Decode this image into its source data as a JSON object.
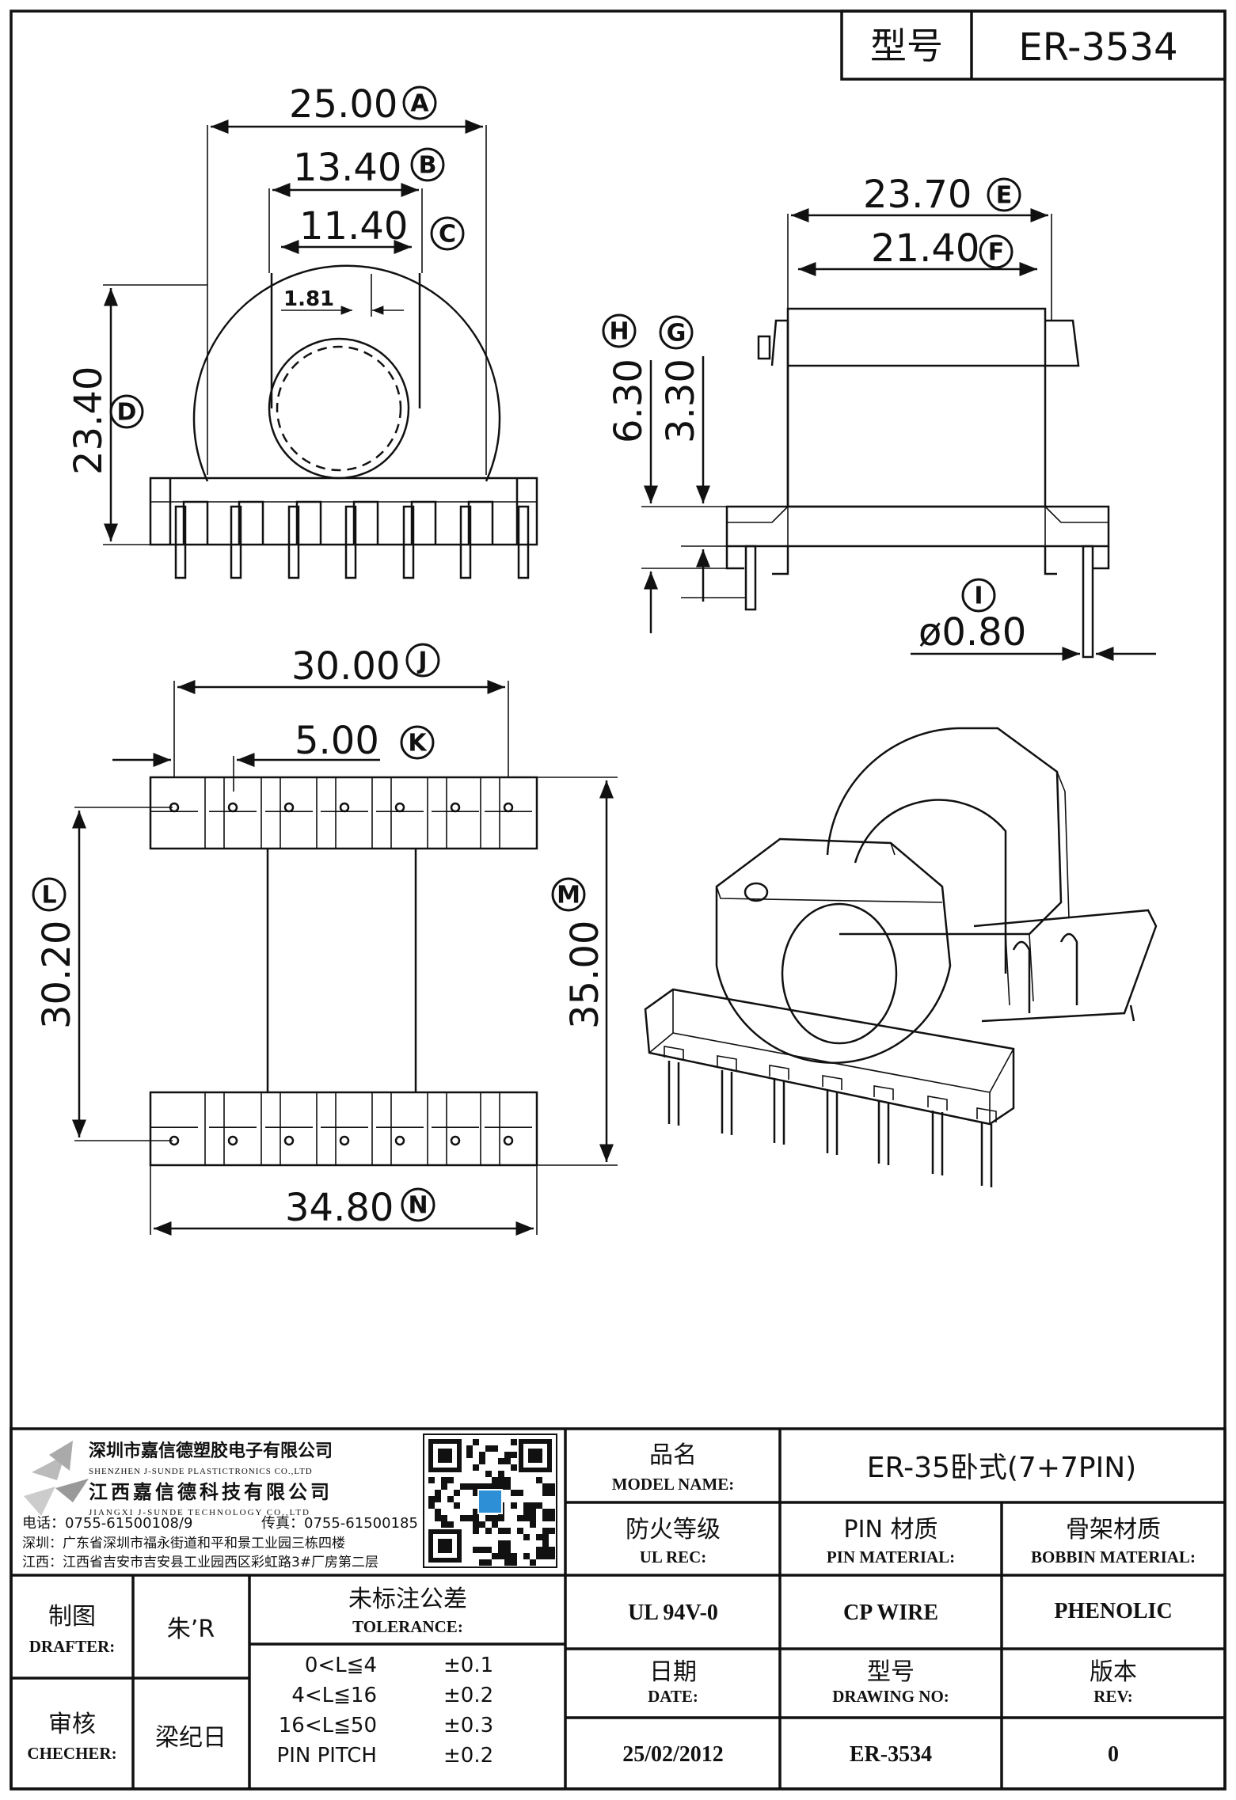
{
  "header": {
    "label_model": "型号",
    "model": "ER-3534"
  },
  "dimensions": {
    "A": "25.00",
    "B": "13.40",
    "C": "11.40",
    "c_small": "1.81",
    "D": "23.40",
    "E": "23.70",
    "F": "21.40",
    "G": "3.30",
    "H": "6.30",
    "I": "ø0.80",
    "J": "30.00",
    "K": "5.00",
    "L": "30.20",
    "M": "35.00",
    "N": "34.80"
  },
  "badges": [
    "A",
    "B",
    "C",
    "D",
    "E",
    "F",
    "G",
    "H",
    "I",
    "J",
    "K",
    "L",
    "M",
    "N"
  ],
  "company": {
    "name_cn_1": "深圳市嘉信德塑胶电子有限公司",
    "name_en_1": "SHENZHEN J-SUNDE PLASTICTRONICS CO.,LTD",
    "name_cn_2": "江西嘉信德科技有限公司",
    "name_en_2": "JIANGXI J-SUNDE TECHNOLOGY CO.,LTD",
    "tel": "电话：0755-61500108/9",
    "fax": "传真：0755-61500185",
    "addr_sz": "深圳：广东省深圳市福永街道和平和景工业园三栋四楼",
    "addr_jx": "江西：江西省吉安市吉安县工业园西区彩虹路3#厂房第二层"
  },
  "title_block": {
    "model_name_cn": "品名",
    "model_name_en": "MODEL NAME:",
    "model_name_value": "ER-35卧式(7+7PIN)",
    "ul_cn": "防火等级",
    "ul_en": "UL REC:",
    "ul_value": "UL 94V-0",
    "pin_cn": "PIN 材质",
    "pin_en": "PIN MATERIAL:",
    "pin_value": "CP WIRE",
    "bobbin_cn": "骨架材质",
    "bobbin_en": "BOBBIN MATERIAL:",
    "bobbin_value": "PHENOLIC",
    "drafter_cn": "制图",
    "drafter_en": "DRAFTER:",
    "drafter_value": "朱’R",
    "checker_cn": "审核",
    "checker_en": "CHECHER:",
    "checker_value": "梁纪日",
    "tolerance_cn": "未标注公差",
    "tolerance_en": "TOLERANCE:",
    "tolerances": [
      {
        "range": "0<L≦4",
        "tol": "±0.1"
      },
      {
        "range": "4<L≦16",
        "tol": "±0.2"
      },
      {
        "range": "16<L≦50",
        "tol": "±0.3"
      },
      {
        "range": "PIN PITCH",
        "tol": "±0.2"
      }
    ],
    "date_cn": "日期",
    "date_en": "DATE:",
    "date_value": "25/02/2012",
    "drawing_cn": "型号",
    "drawing_en": "DRAWING NO:",
    "drawing_value": "ER-3534",
    "rev_cn": "版本",
    "rev_en": "REV:",
    "rev_value": "0"
  }
}
